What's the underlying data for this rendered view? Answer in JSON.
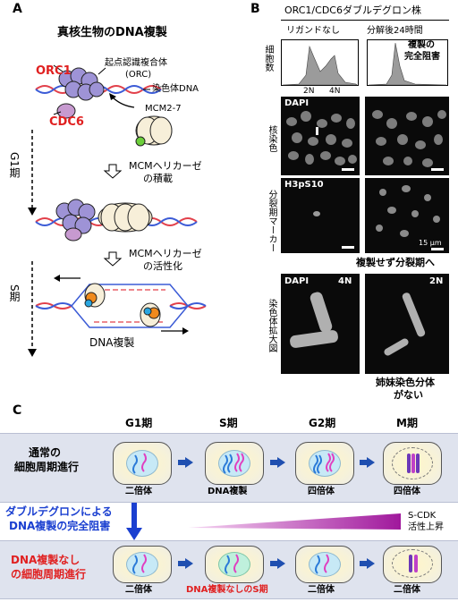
{
  "panel_a": {
    "letter": "A",
    "title": "真核生物のDNA複製",
    "orc1": "ORC1",
    "orc_desc": "起点認識複合体",
    "orc_abbr": "(ORC)",
    "chromosome_dna": "染色体DNA",
    "cdc6": "CDC6",
    "mcm": "MCM2-7",
    "g1_phase": "G1期",
    "loading_line1": "MCMヘリカーゼ",
    "loading_line2": "の積載",
    "activation_line1": "MCMヘリカーゼ",
    "activation_line2": "の活性化",
    "s_phase": "S期",
    "dna_replication": "DNA複製"
  },
  "panel_b": {
    "letter": "B",
    "strain": "ORC1/CDC6ダブルデグロン株",
    "col1": "リガンドなし",
    "col2": "分解後24時間",
    "hist_ylabel": "細胞数",
    "tick_2n": "2N",
    "tick_4n": "4N",
    "block_line1": "複製の",
    "block_line2": "完全阻害",
    "dapi": "DAPI",
    "nuclear_stain": "核染色",
    "h3ps10": "H3pS10",
    "mitotic_marker": "分裂期マーカー",
    "scale": "15 μm",
    "mitosis_without_rep": "複製せず分裂期へ",
    "chrom_zoom": "染色体拡大図",
    "dapi2": "DAPI",
    "label_4n": "4N",
    "label_2n": "2N",
    "no_sister_line1": "姉妹染色分体",
    "no_sister_line2": "がない"
  },
  "panel_c": {
    "letter": "C",
    "phases": [
      "G1期",
      "S期",
      "G2期",
      "M期"
    ],
    "normal_line1": "通常の",
    "normal_line2": "細胞周期進行",
    "normal_cells": [
      "二倍体",
      "DNA複製",
      "四倍体",
      "四倍体"
    ],
    "degron_line1": "ダブルデグロンによる",
    "degron_line2": "DNA複製の完全阻害",
    "scdk_line1": "S-CDK",
    "scdk_line2": "活性上昇",
    "norep_line1": "DNA複製なし",
    "norep_line2": "の細胞周期進行",
    "norep_cells": [
      "二倍体",
      "DNA複製なしのS期",
      "二倍体",
      "二倍体"
    ]
  }
}
